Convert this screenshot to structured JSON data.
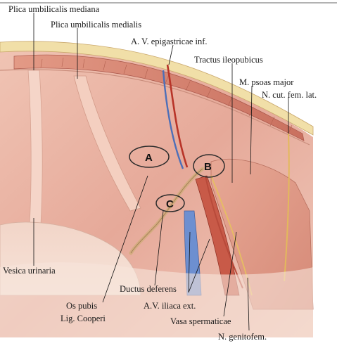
{
  "labels": {
    "plica_umbilicalis_mediana": "Plica umbilicalis mediana",
    "plica_umbilicalis_medialis": "Plica umbilicalis medialis",
    "av_epigastricae_inf": "A. V. epigastricae inf.",
    "tractus_ileopubicus": "Tractus ileopubicus",
    "m_psoas_major": "M. psoas major",
    "n_cut_fem_lat": "N. cut. fem. lat.",
    "vesica_urinaria": "Vesica urinaria",
    "ductus_deferens": "Ductus deferens",
    "os_pubis": "Os pubis",
    "lig_cooperi": "Lig. Cooperi",
    "av_iliaca_ext": "A.V. iliaca ext.",
    "vasa_spermaticae": "Vasa spermaticae",
    "n_genitofem": "N. genitofem."
  },
  "markers": {
    "a": "A",
    "b": "B",
    "c": "C"
  },
  "colors": {
    "tissue_base": "#e9b7a6",
    "tissue_light": "#f3d0c2",
    "muscle": "#d98876",
    "fat_band": "#f1dfa8",
    "artery": "#c0392b",
    "vein": "#5b7fc6",
    "deferens": "#d9b48a",
    "nerve": "#e8c26a"
  }
}
